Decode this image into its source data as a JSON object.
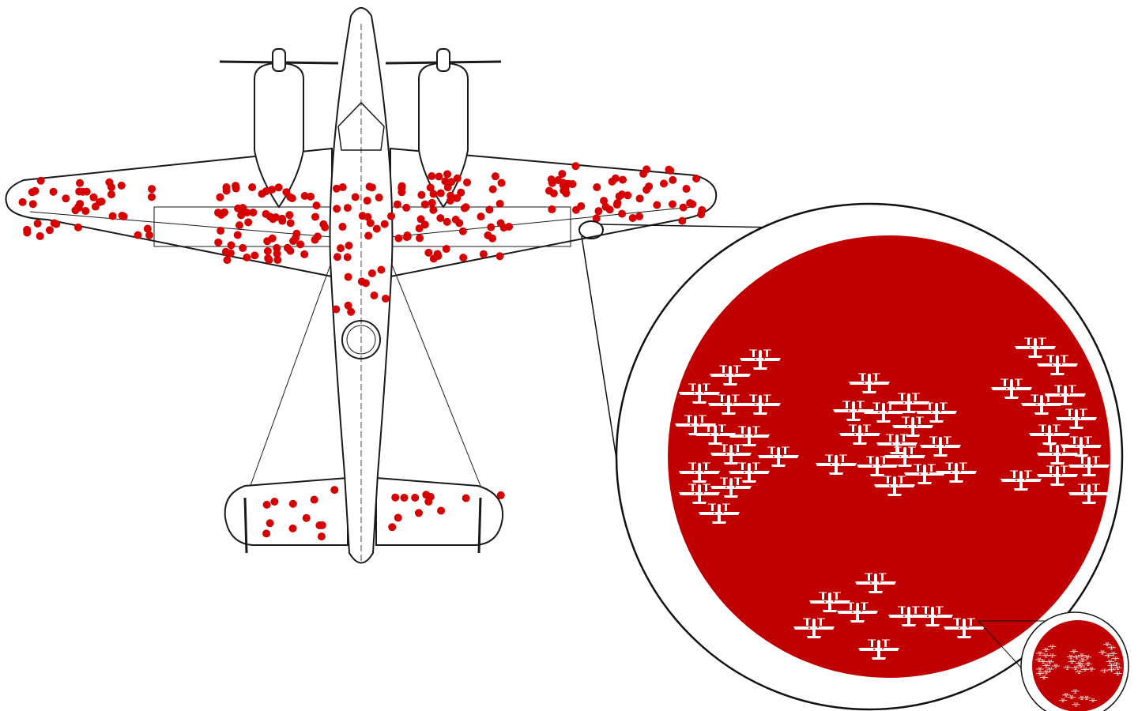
{
  "illustration": {
    "subject": "survivorship-bias-aircraft",
    "colors": {
      "background": "#ffffff",
      "outline": "#1a1a1a",
      "bullet_hole": "#d60000",
      "zoom_fill": "#c00000",
      "mini_plane": "#ffffff"
    },
    "icons": [
      "aircraft-outline",
      "bullet-hole-dot",
      "magnifier-circle",
      "mini-plane-icon"
    ]
  }
}
